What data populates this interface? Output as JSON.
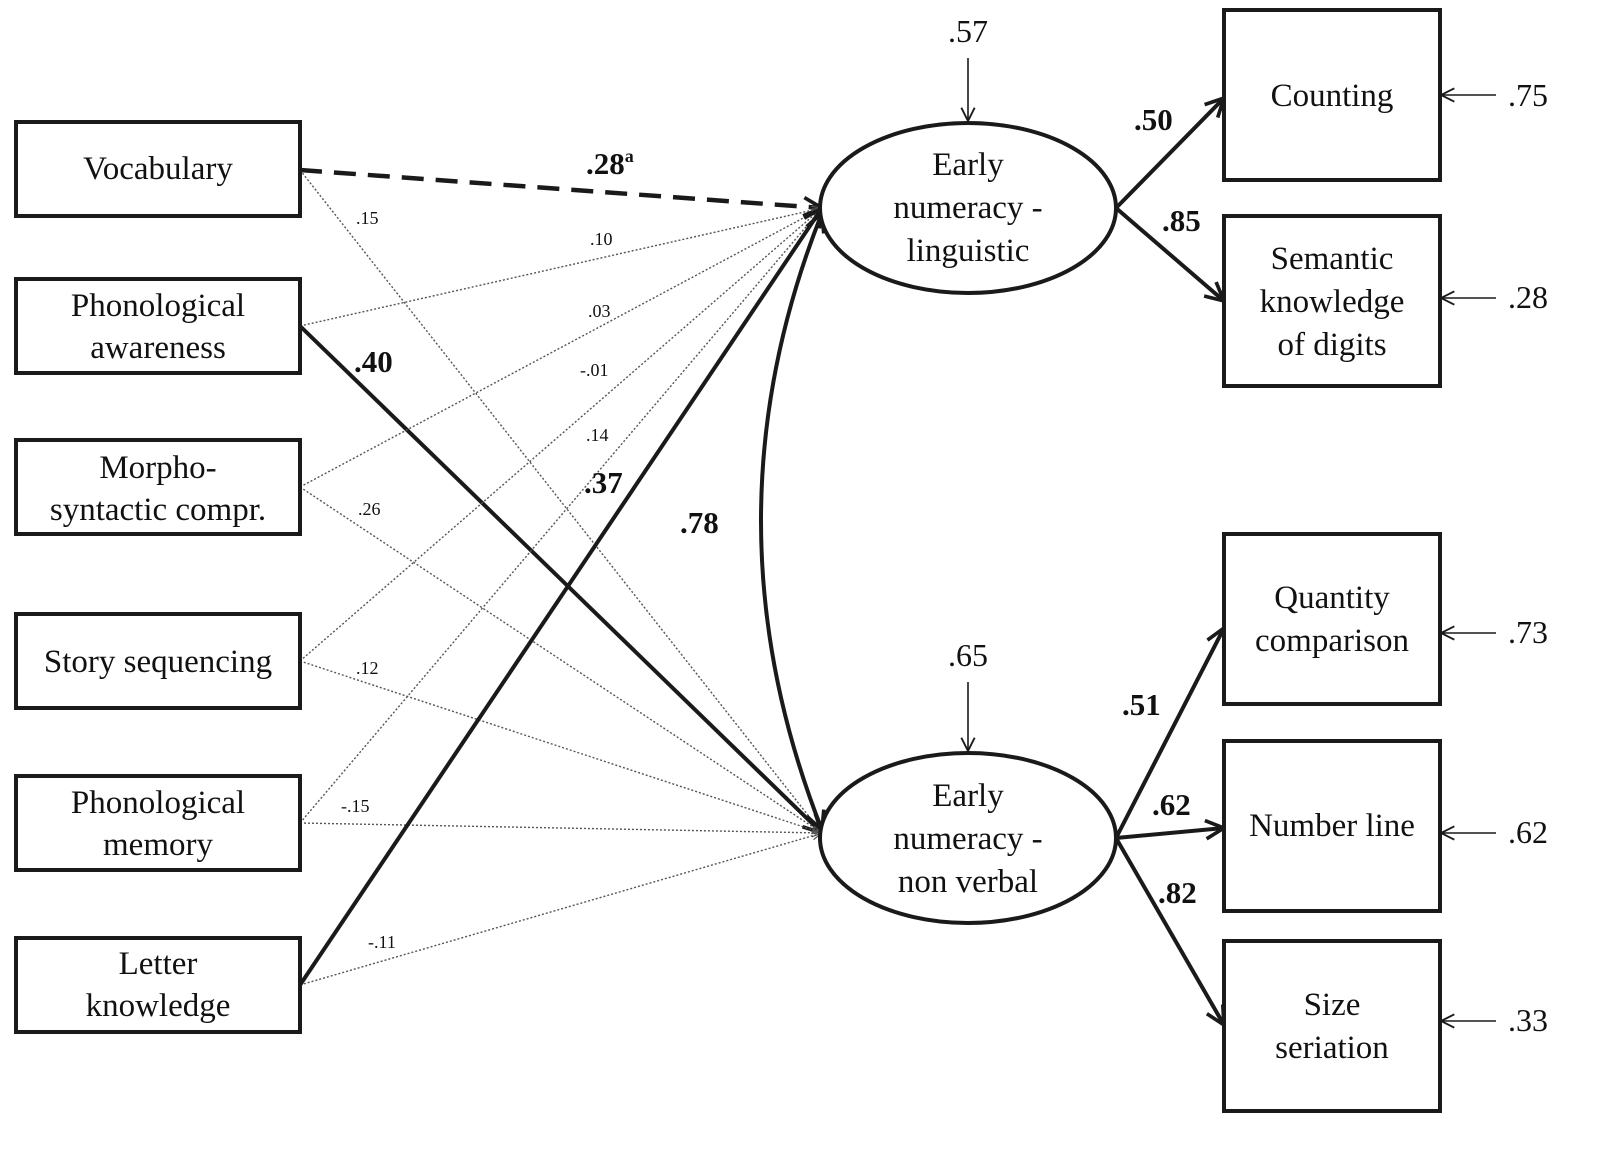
{
  "predictors": [
    {
      "id": "vocabulary",
      "lines": [
        "Vocabulary"
      ]
    },
    {
      "id": "phonological-awareness",
      "lines": [
        "Phonological",
        "awareness"
      ]
    },
    {
      "id": "morpho-syntactic",
      "lines": [
        "Morpho-",
        "syntactic compr."
      ]
    },
    {
      "id": "story-sequencing",
      "lines": [
        "Story sequencing"
      ]
    },
    {
      "id": "phonological-memory",
      "lines": [
        "Phonological",
        "memory"
      ]
    },
    {
      "id": "letter-knowledge",
      "lines": [
        "Letter",
        "knowledge"
      ]
    }
  ],
  "latents": [
    {
      "id": "linguistic",
      "lines": [
        "Early",
        "numeracy  -",
        "linguistic"
      ],
      "residual": ".57"
    },
    {
      "id": "nonverbal",
      "lines": [
        "Early",
        "numeracy  -",
        "non verbal"
      ],
      "residual": ".65"
    }
  ],
  "indicators": [
    {
      "id": "counting",
      "lines": [
        "Counting"
      ],
      "residual": ".75",
      "loading": ".50",
      "factor": "linguistic"
    },
    {
      "id": "semantic",
      "lines": [
        "Semantic",
        "knowledge",
        "of digits"
      ],
      "residual": ".28",
      "loading": ".85",
      "factor": "linguistic"
    },
    {
      "id": "quantity",
      "lines": [
        "Quantity",
        "comparison"
      ],
      "residual": ".73",
      "loading": ".51",
      "factor": "nonverbal"
    },
    {
      "id": "numberline",
      "lines": [
        "Number line"
      ],
      "residual": ".62",
      "loading": ".62",
      "factor": "nonverbal"
    },
    {
      "id": "size",
      "lines": [
        "Size",
        "seriation"
      ],
      "residual": ".33",
      "loading": ".82",
      "factor": "nonverbal"
    }
  ],
  "paths": [
    {
      "from": "vocabulary",
      "to": "linguistic",
      "value": ".28",
      "sup": "a",
      "style": "dashed"
    },
    {
      "from": "vocabulary",
      "to": "nonverbal",
      "value": ".15",
      "style": "weak"
    },
    {
      "from": "phonological-awareness",
      "to": "linguistic",
      "value": ".10",
      "style": "weak"
    },
    {
      "from": "phonological-awareness",
      "to": "nonverbal",
      "value": ".40",
      "style": "strong"
    },
    {
      "from": "morpho-syntactic",
      "to": "linguistic",
      "value": ".03",
      "style": "weak"
    },
    {
      "from": "morpho-syntactic",
      "to": "nonverbal",
      "value": ".26",
      "style": "weak"
    },
    {
      "from": "story-sequencing",
      "to": "linguistic",
      "value": "-.01",
      "style": "weak"
    },
    {
      "from": "story-sequencing",
      "to": "nonverbal",
      "value": ".12",
      "style": "weak"
    },
    {
      "from": "phonological-memory",
      "to": "linguistic",
      "value": ".14",
      "style": "weak"
    },
    {
      "from": "phonological-memory",
      "to": "nonverbal",
      "value": "-.15",
      "style": "weak"
    },
    {
      "from": "letter-knowledge",
      "to": "linguistic",
      "value": ".37",
      "style": "strong"
    },
    {
      "from": "letter-knowledge",
      "to": "nonverbal",
      "value": "-.11",
      "style": "weak"
    }
  ],
  "correlation": {
    "between": [
      "linguistic",
      "nonverbal"
    ],
    "value": ".78"
  }
}
